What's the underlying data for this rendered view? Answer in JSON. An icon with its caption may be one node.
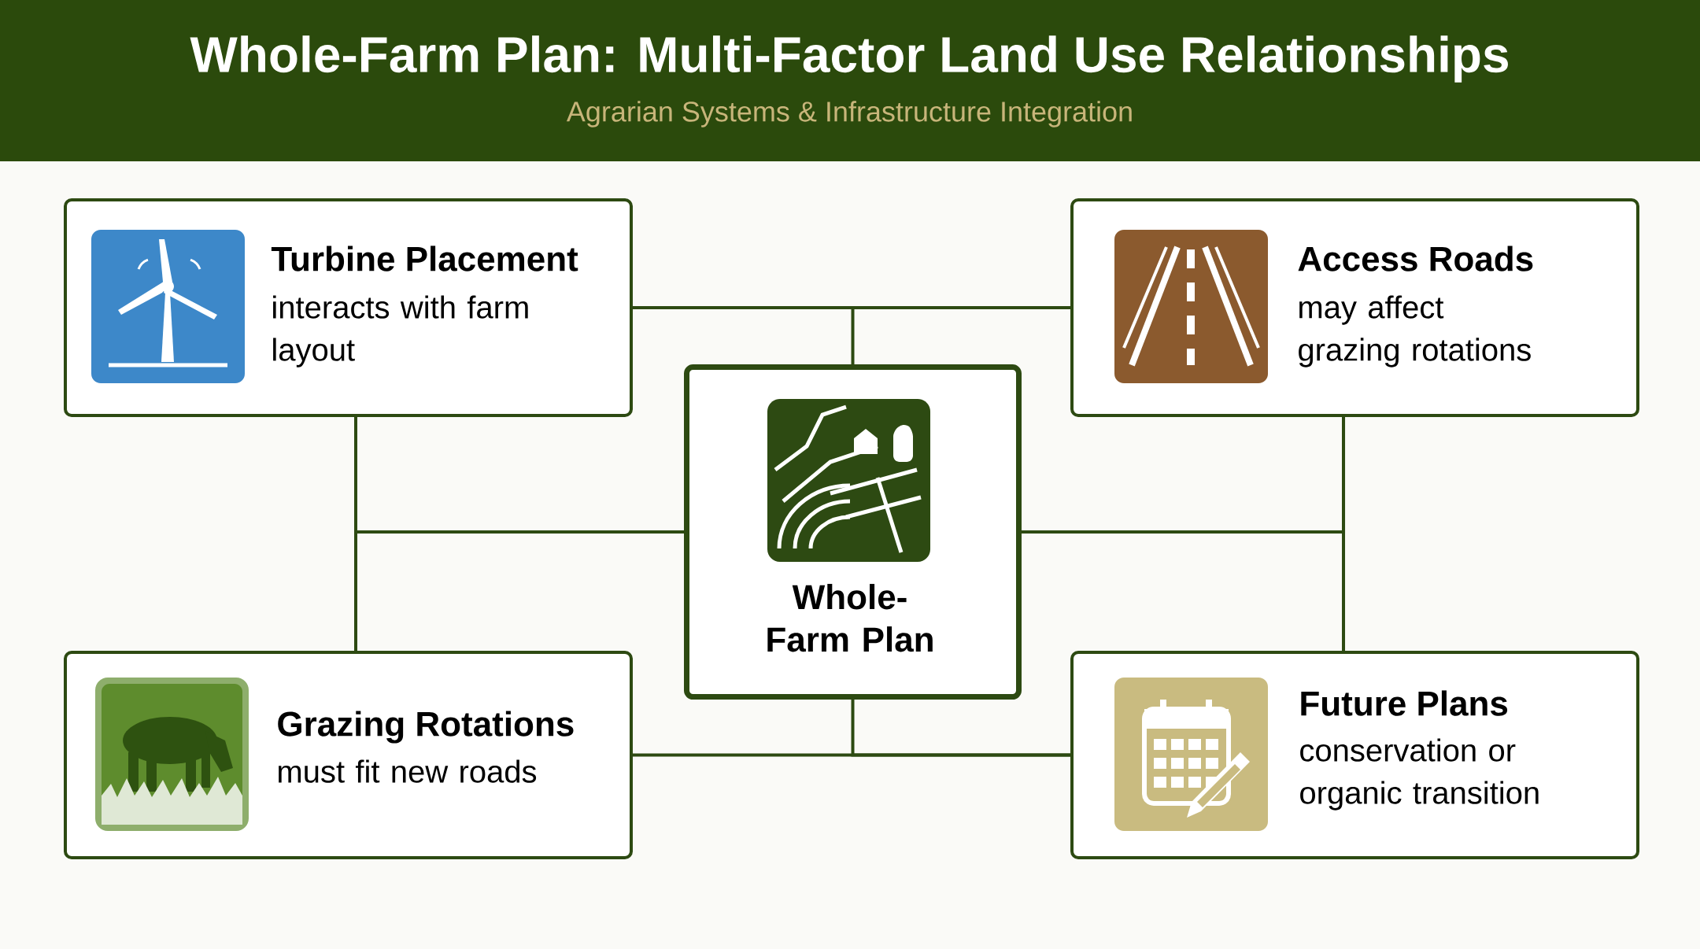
{
  "diagram": {
    "title": "Whole-Farm Plan: Multi-Factor Land Use Relationships",
    "nodes": [
      {
        "text": [
          "Turbine Placement",
          "interacts with farm layout"
        ]
      },
      {
        "text": [
          "Access Roads",
          "may affect grazing rotations"
        ]
      },
      {
        "text": [
          "Whole-Farm Plan"
        ]
      },
      {
        "text": [
          "Grazing Rotations",
          "must fit new roads"
        ]
      },
      {
        "text": [
          "Future Plans",
          "conservation or organic transition"
        ]
      }
    ],
    "edges": [
      {
        "from": 0,
        "to": 1,
        "arrow": "none"
      },
      {
        "from": 3,
        "to": 4,
        "arrow": "none"
      },
      {
        "from": 0,
        "to": 3,
        "arrow": "none"
      },
      {
        "from": 1,
        "to": 4,
        "arrow": "none"
      },
      {
        "from": 2,
        "to": 0,
        "arrow": "none"
      },
      {
        "from": 2,
        "to": 3,
        "arrow": "none"
      },
      {
        "from": 2,
        "to": 1,
        "arrow": "none"
      },
      {
        "from": 2,
        "to": 4,
        "arrow": "none"
      }
    ],
    "labels": [
      "Agrarian Systems & Infrastructure Integration"
    ]
  }
}
